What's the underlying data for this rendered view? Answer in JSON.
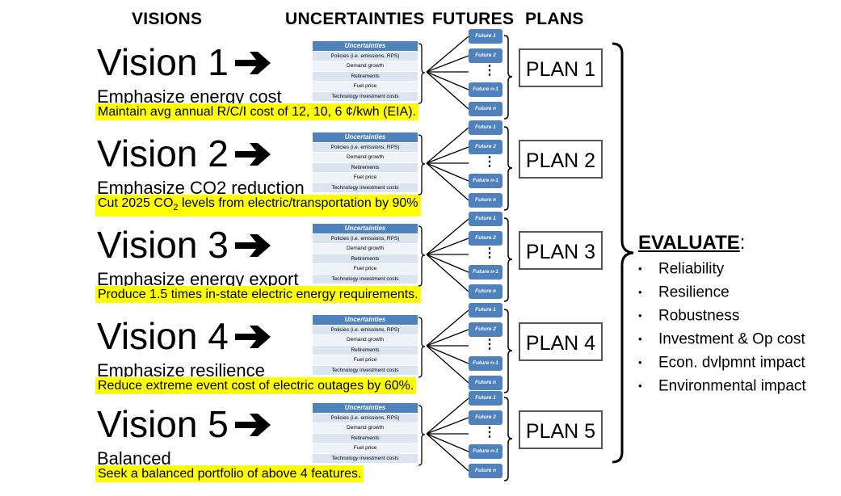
{
  "headers": {
    "visions": "VISIONS",
    "uncertainties": "UNCERTAINTIES",
    "futures": "FUTURES",
    "plans": "PLANS"
  },
  "uncertainty_table": {
    "title": "Uncertainties",
    "rows": [
      "Policies (i.e. emissions, RPS)",
      "Demand growth",
      "Retirements",
      "Fuel price",
      "Technology investment costs"
    ]
  },
  "futures": [
    "Future 1",
    "Future 2",
    "⋮",
    "Future n-1",
    "Future n"
  ],
  "visions": [
    {
      "title": "Vision 1",
      "subtitle": "Emphasize energy cost",
      "highlight": "Maintain avg annual R/C/I cost of 12, 10, 6 ¢/kwh (EIA).",
      "plan": "PLAN 1"
    },
    {
      "title": "Vision 2",
      "subtitle": "Emphasize CO2 reduction",
      "highlight_pre": "Cut 2025 CO",
      "highlight_sub": "2",
      "highlight_post": " levels from electric/transportation by 90%",
      "plan": "PLAN 2"
    },
    {
      "title": "Vision 3",
      "subtitle": "Emphasize energy export",
      "highlight": "Produce 1.5 times in-state electric energy requirements.",
      "plan": "PLAN 3"
    },
    {
      "title": "Vision 4",
      "subtitle": "Emphasize resilience",
      "highlight": "Reduce extreme event cost of electric outages by 60%.",
      "plan": "PLAN 4"
    },
    {
      "title": "Vision 5",
      "subtitle": "Balanced",
      "highlight": "Seek a balanced portfolio of above 4 features.",
      "plan": "PLAN 5"
    }
  ],
  "evaluate": {
    "title": "EVALUATE",
    "colon": ":",
    "items": [
      "Reliability",
      "Resilience",
      "Robustness",
      "Investment & Op cost",
      "Econ. dvlpmnt impact",
      "Environmental impact"
    ]
  }
}
